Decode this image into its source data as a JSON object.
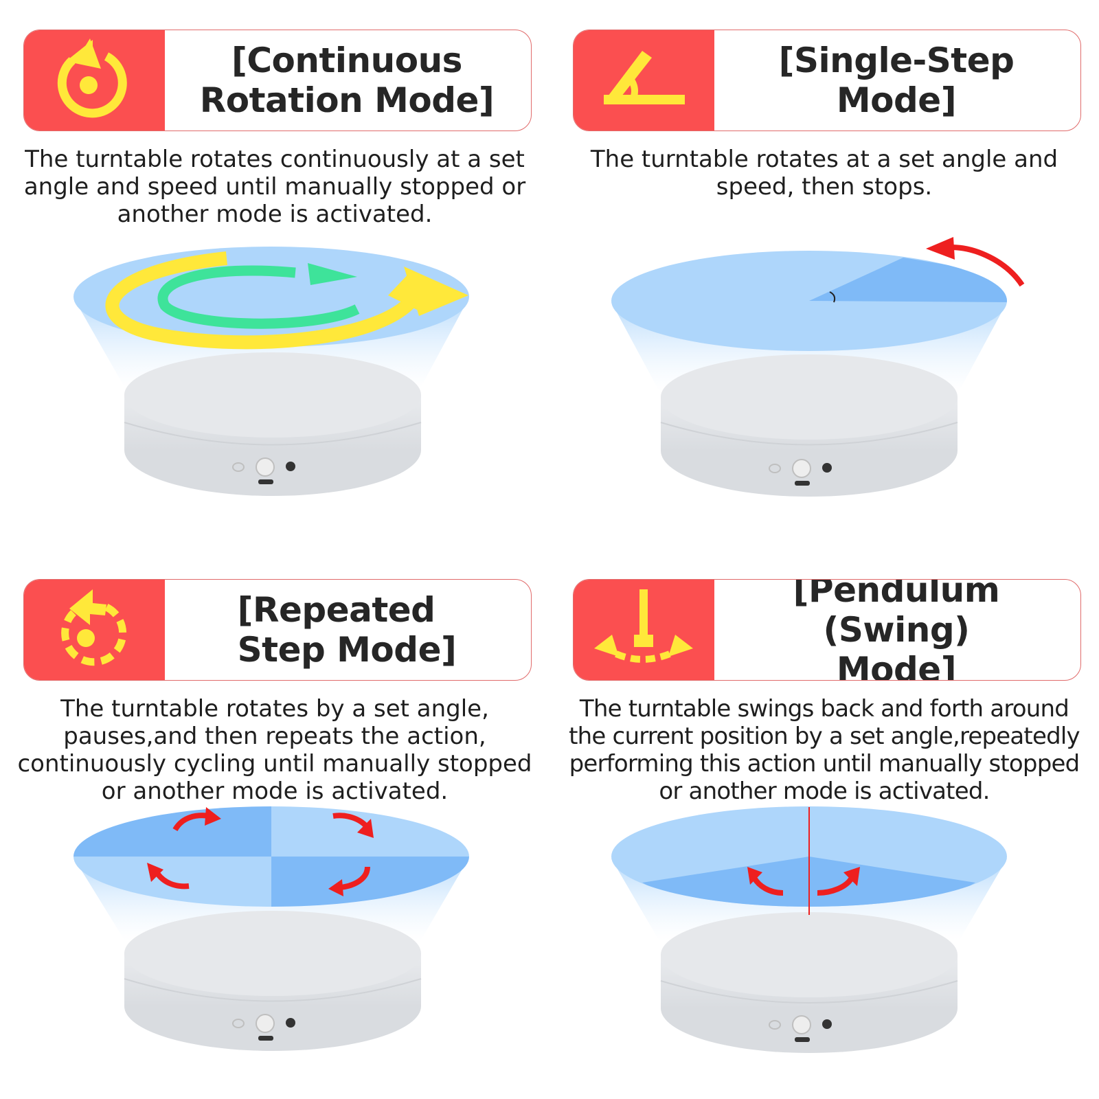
{
  "modes": [
    {
      "id": "continuous",
      "title_line1": "[Continuous",
      "title_line2": "Rotation Mode]",
      "description": "The turntable rotates continuously at a set angle and speed until manually stopped or another mode is activated.",
      "icon": "continuous-rotation-icon"
    },
    {
      "id": "single-step",
      "title_line1": "[Single-Step Mode]",
      "title_line2": "",
      "description": "The turntable rotates at a set angle and speed, then stops.",
      "icon": "angle-icon"
    },
    {
      "id": "repeated-step",
      "title_line1": "[Repeated",
      "title_line2": "Step Mode]",
      "description": "The turntable rotates by a set angle, pauses,and then repeats the action, continuously cycling until manually stopped or another mode is activated.",
      "icon": "dashed-rotation-icon"
    },
    {
      "id": "pendulum",
      "title_line1": "[Pendulum (Swing)",
      "title_line2": "Mode]",
      "description": "The turntable swings back and forth around the current position by a set angle,repeatedly performing this action until manually stopped or another mode is activated.",
      "icon": "pendulum-icon"
    }
  ],
  "colors": {
    "badge_red": "#fb4f50",
    "icon_yellow": "#ffe83a",
    "arrow_red": "#ee1f1f",
    "plate_blue": "#aed6fb",
    "sector_blue": "#7fbaf7",
    "arrow_green": "#3ee39a",
    "base_grey": "#e6e8eb"
  }
}
